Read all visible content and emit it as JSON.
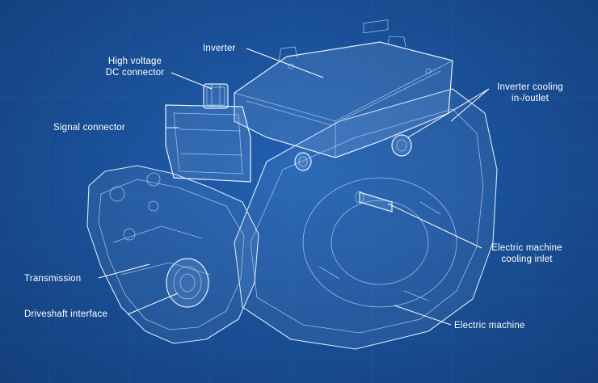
{
  "labels": {
    "inverter": "Inverter",
    "hv_connector_line1": "High voltage",
    "hv_connector_line2": "DC connector",
    "signal_connector": "Signal connector",
    "inverter_cooling_line1": "Inverter cooling",
    "inverter_cooling_line2": "in-/outlet",
    "transmission": "Transmission",
    "em_cooling_line1": "Electric machine",
    "em_cooling_line2": "cooling inlet",
    "driveshaft": "Driveshaft interface",
    "electric_machine": "Electric machine"
  },
  "colors": {
    "background": "#1a5199",
    "line": "#d6e8fb",
    "text": "#ffffff"
  }
}
